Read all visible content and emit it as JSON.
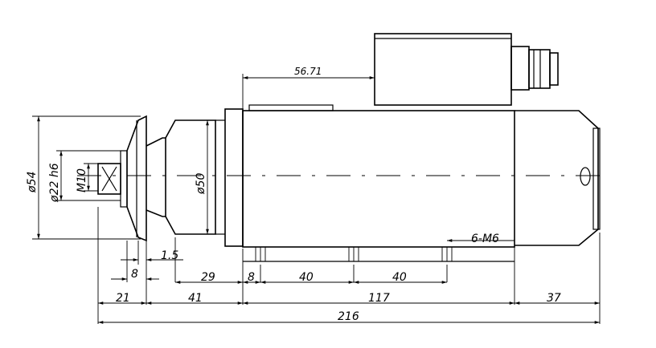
{
  "drawing": {
    "dimensions": {
      "d_56_71": "56.71",
      "d_6m6": "6-M6",
      "d_1_5": "1.5",
      "d_8a": "8",
      "d_29": "29",
      "d_8b": "8",
      "d_40a": "40",
      "d_40b": "40",
      "d_21": "21",
      "d_41": "41",
      "d_117": "117",
      "d_37": "37",
      "d_216": "216",
      "dia_54": "ø54",
      "dia_22": "ø22 h6",
      "m10": "M10",
      "dia_50": "ø50"
    }
  }
}
